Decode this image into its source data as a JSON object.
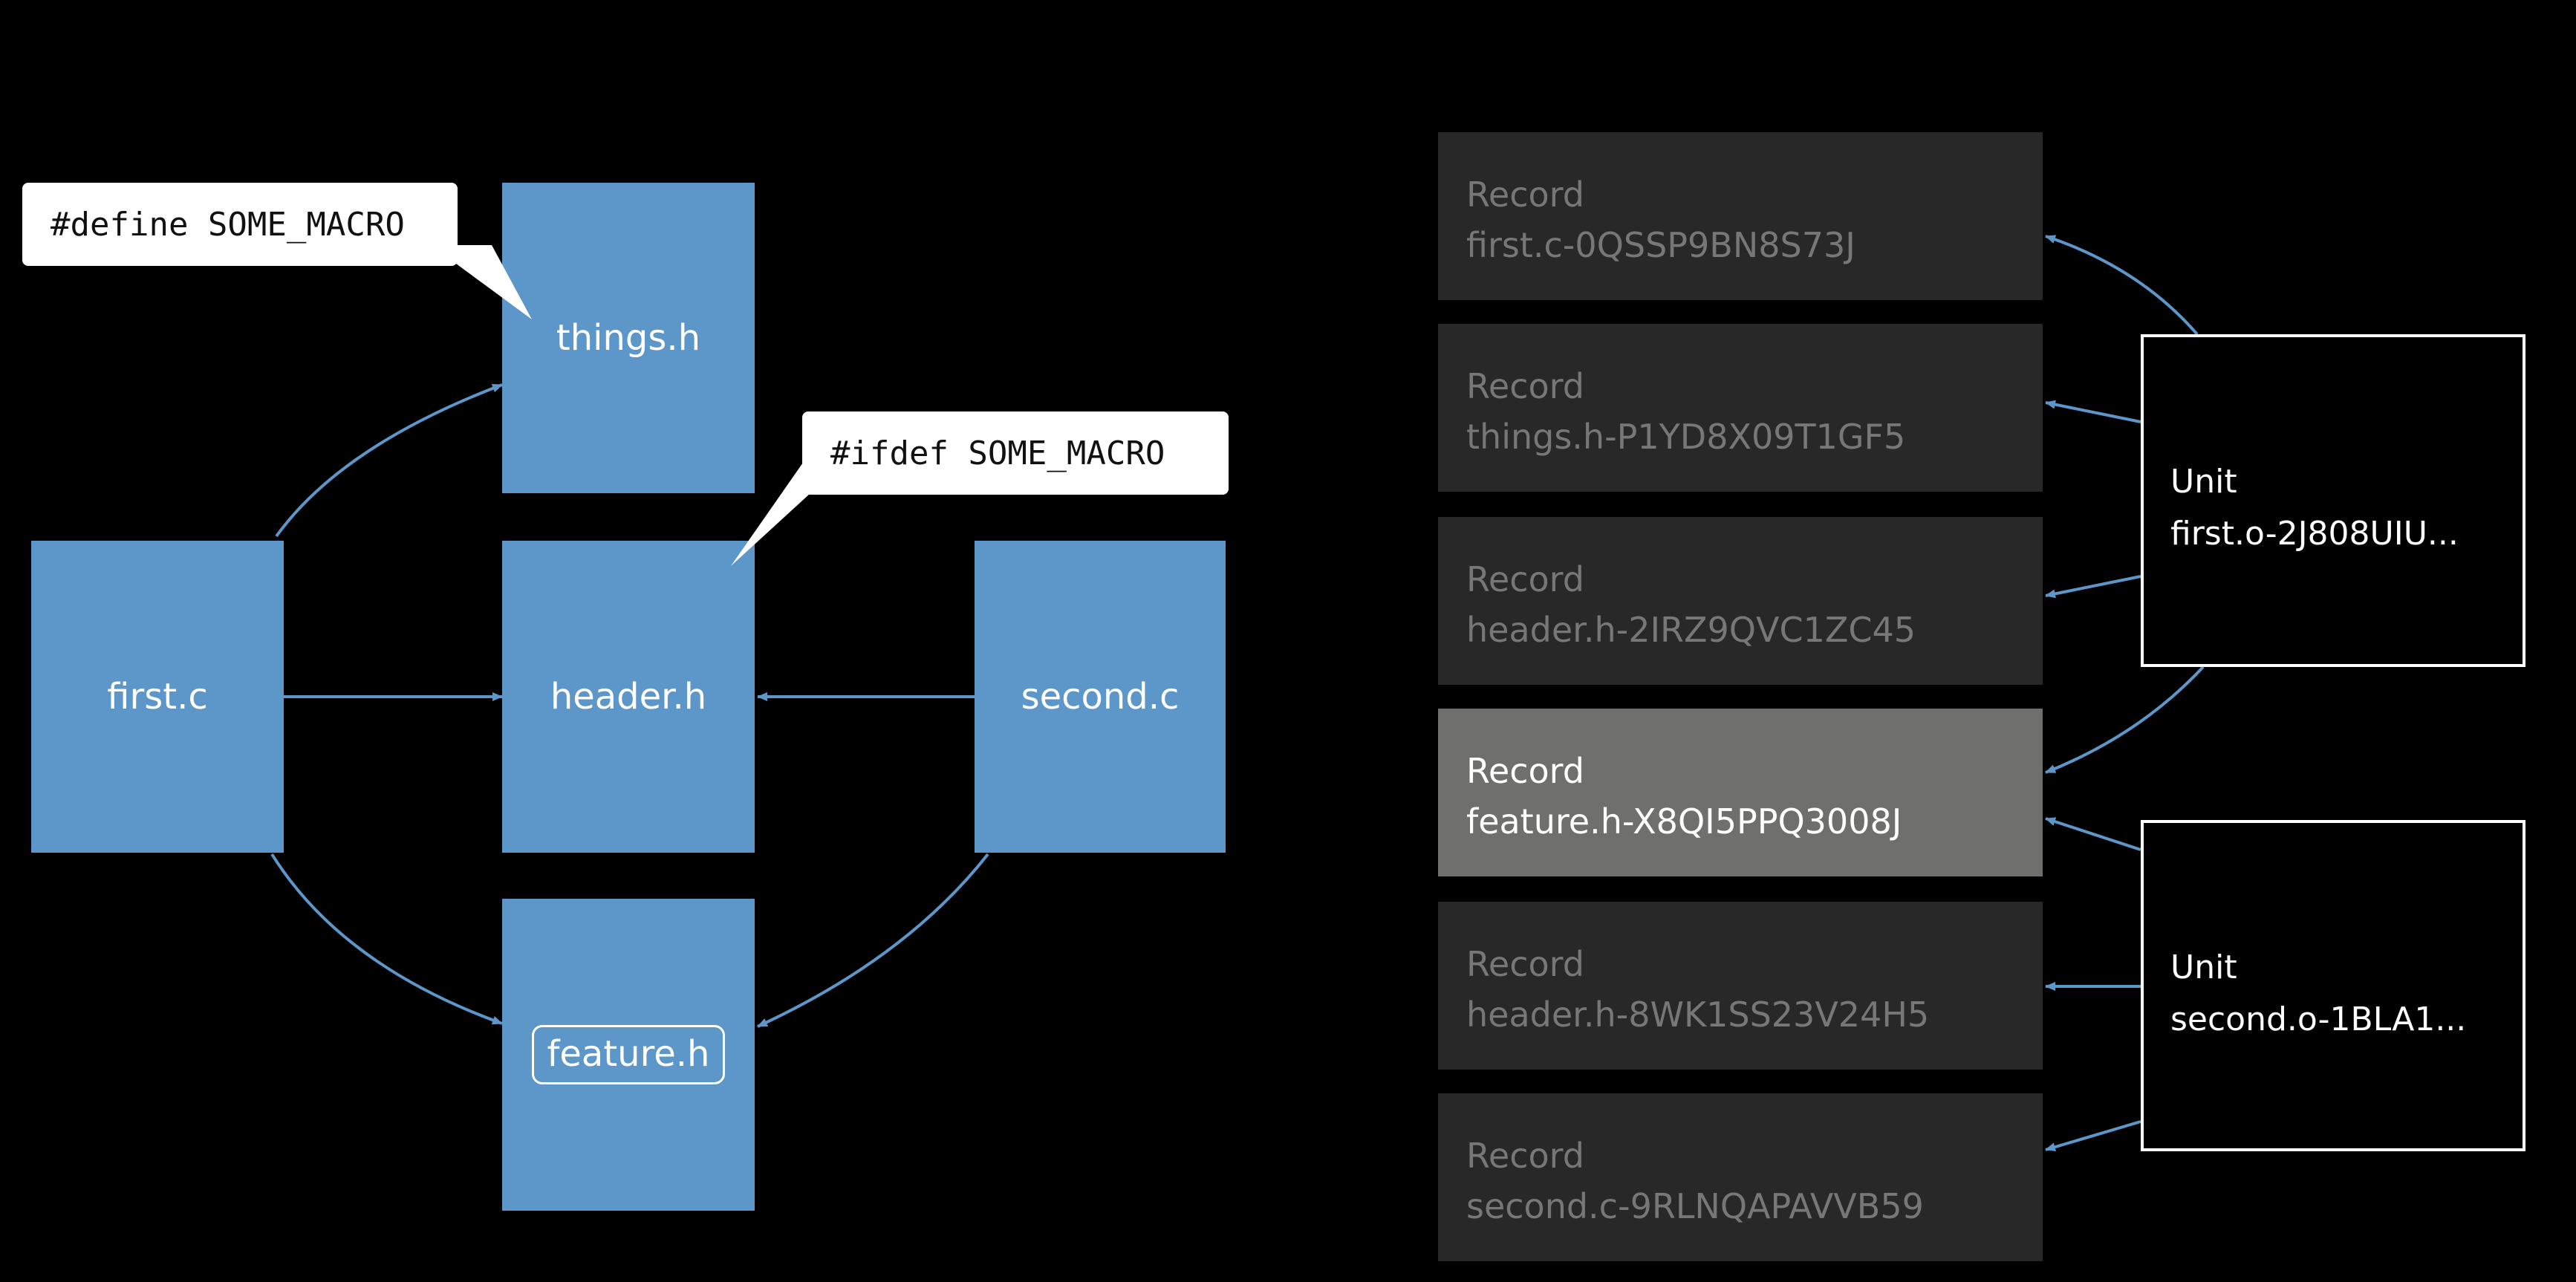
{
  "files": {
    "things": "things.h",
    "first": "first.c",
    "header": "header.h",
    "second": "second.c",
    "feature": "feature.h"
  },
  "callouts": {
    "define": "#define SOME_MACRO",
    "ifdef": "#ifdef SOME_MACRO"
  },
  "records": [
    {
      "kind": "Record",
      "name": "first.c-0QSSP9BN8S73J",
      "highlighted": false
    },
    {
      "kind": "Record",
      "name": "things.h-P1YD8X09T1GF5",
      "highlighted": false
    },
    {
      "kind": "Record",
      "name": "header.h-2IRZ9QVC1ZC45",
      "highlighted": false
    },
    {
      "kind": "Record",
      "name": "feature.h-X8QI5PPQ3008J",
      "highlighted": true
    },
    {
      "kind": "Record",
      "name": "header.h-8WK1SS23V24H5",
      "highlighted": false
    },
    {
      "kind": "Record",
      "name": "second.c-9RLNQAPAVVB59",
      "highlighted": false
    }
  ],
  "units": [
    {
      "kind": "Unit",
      "name": "first.o-2J808UIU..."
    },
    {
      "kind": "Unit",
      "name": "second.o-1BLA1..."
    }
  ],
  "colors": {
    "file_fill": "#5d97c9",
    "arrow": "#5d97c9",
    "record_fill": "#282828",
    "record_highlight": "#6f706d",
    "background": "#000000"
  }
}
